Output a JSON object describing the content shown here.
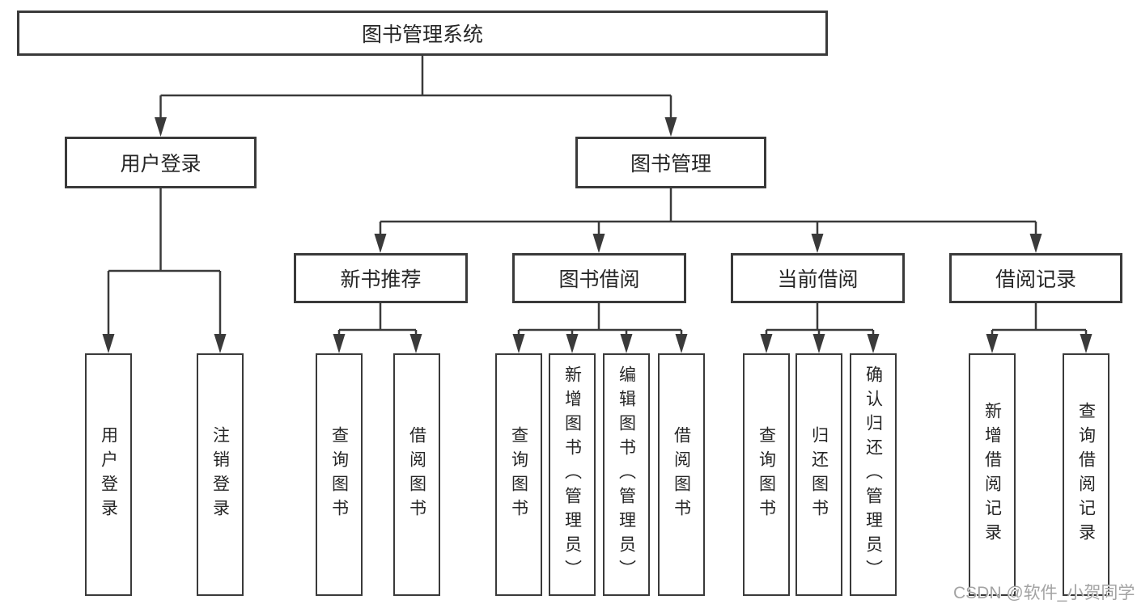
{
  "diagram": {
    "tree": {
      "root": {
        "label": "图书管理系统"
      },
      "children": [
        {
          "label": "用户登录",
          "children": [
            {
              "label": "用户登录"
            },
            {
              "label": "注销登录"
            }
          ]
        },
        {
          "label": "图书管理",
          "children": [
            {
              "label": "新书推荐",
              "children": [
                {
                  "label": "查询图书"
                },
                {
                  "label": "借阅图书"
                }
              ]
            },
            {
              "label": "图书借阅",
              "children": [
                {
                  "label": "查询图书"
                },
                {
                  "label": "新增图书（管理员）"
                },
                {
                  "label": "编辑图书（管理员）"
                },
                {
                  "label": "借阅图书"
                }
              ]
            },
            {
              "label": "当前借阅",
              "children": [
                {
                  "label": "查询图书"
                },
                {
                  "label": "归还图书"
                },
                {
                  "label": "确认归还（管理员）"
                }
              ]
            },
            {
              "label": "借阅记录",
              "children": [
                {
                  "label": "新增借阅记录"
                },
                {
                  "label": "查询借阅记录"
                }
              ]
            }
          ]
        }
      ]
    },
    "colors": {
      "line": "#3a3a3a",
      "box_border": "#3a3a3a",
      "box_background": "#ffffff",
      "label_text": "#262626",
      "watermark_text": "#a3a3a3"
    }
  },
  "watermark": {
    "text": "CSDN @软件_小贺同学"
  }
}
